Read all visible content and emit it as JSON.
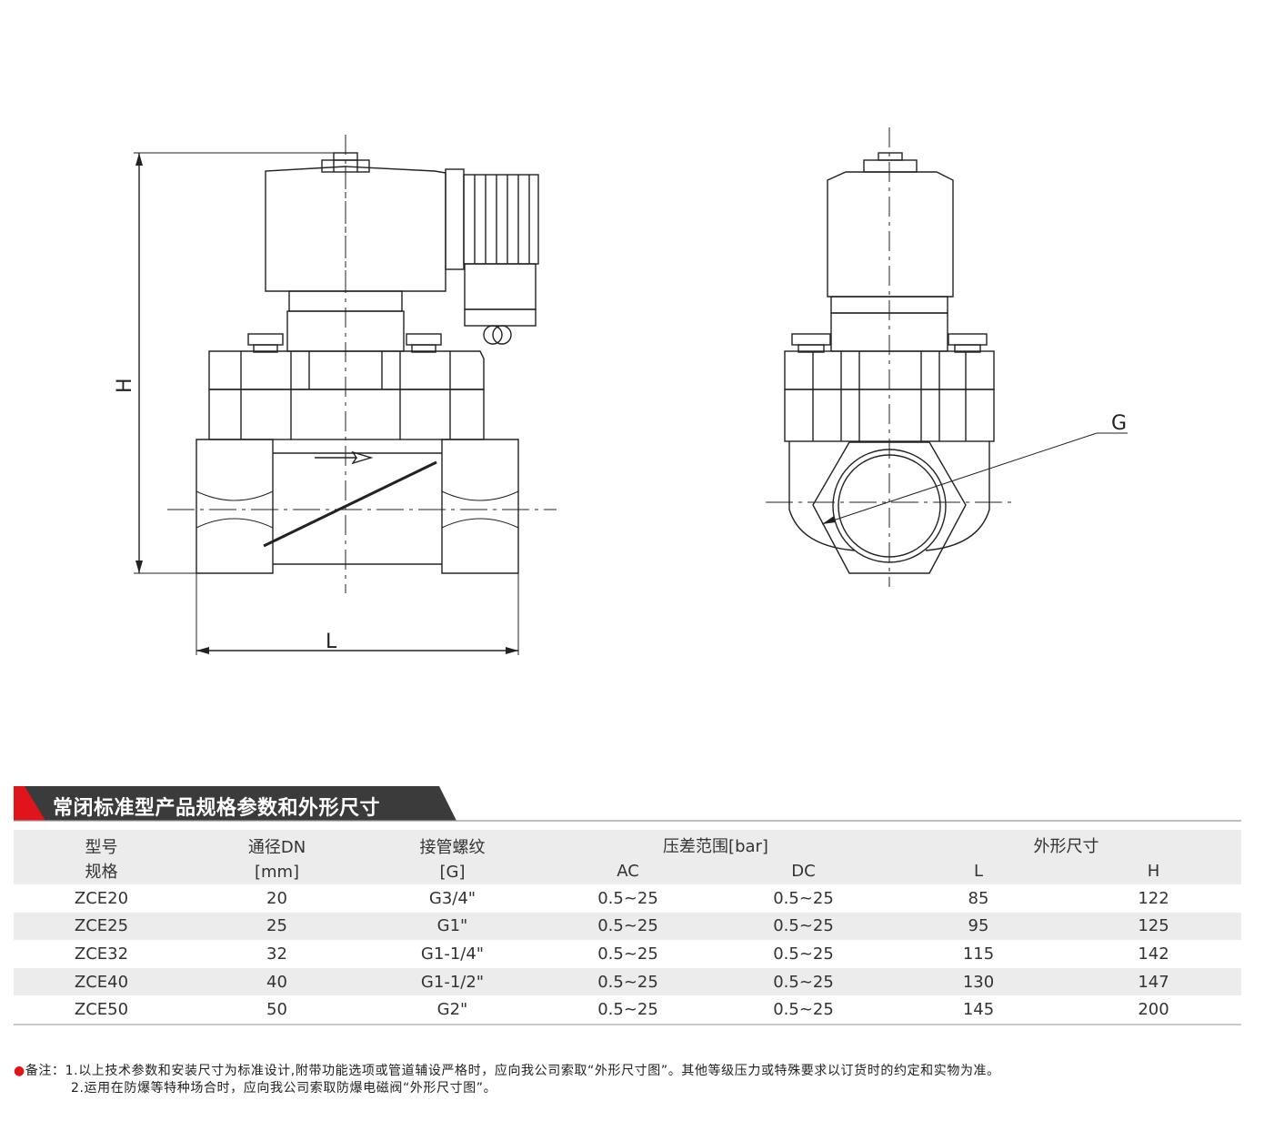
{
  "drawing": {
    "dimension_labels": {
      "height": "H",
      "length": "L",
      "thread": "G"
    }
  },
  "section": {
    "title": "常闭标准型产品规格参数和外形尺寸",
    "accent_color": "#e0141a",
    "header_color": "#3b3b3b"
  },
  "table": {
    "headers": {
      "model": [
        "型号",
        "规格"
      ],
      "dn": [
        "通径DN",
        "[mm]"
      ],
      "thread": [
        "接管螺纹",
        "[G]"
      ],
      "pressure": "压差范围[bar]",
      "pressure_ac": "AC",
      "pressure_dc": "DC",
      "dims": "外形尺寸",
      "dims_l": "L",
      "dims_h": "H"
    },
    "rows": [
      [
        "ZCE20",
        "20",
        "G3/4\"",
        "0.5~25",
        "0.5~25",
        "85",
        "122"
      ],
      [
        "ZCE25",
        "25",
        "G1\"",
        "0.5~25",
        "0.5~25",
        "95",
        "125"
      ],
      [
        "ZCE32",
        "32",
        "G1-1/4\"",
        "0.5~25",
        "0.5~25",
        "115",
        "142"
      ],
      [
        "ZCE40",
        "40",
        "G1-1/2\"",
        "0.5~25",
        "0.5~25",
        "130",
        "147"
      ],
      [
        "ZCE50",
        "50",
        "G2\"",
        "0.5~25",
        "0.5~25",
        "145",
        "200"
      ]
    ]
  },
  "notes": {
    "bullet": "●",
    "label": "备注：",
    "items": [
      "1.以上技术参数和安装尺寸为标准设计,附带功能选项或管道辅设严格时，应向我公司索取“外形尺寸图”。其他等级压力或特殊要求以订货时的约定和实物为准。",
      "2.运用在防爆等特种场合时，应向我公司索取防爆电磁阀“外形尺寸图”。"
    ]
  }
}
